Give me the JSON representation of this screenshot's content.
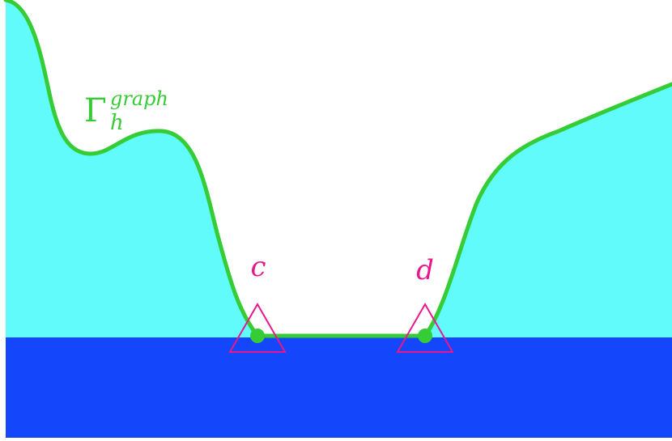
{
  "labels": {
    "gamma_symbol": "Γ",
    "gamma_subscript": "h",
    "gamma_superscript": "graph",
    "point_c": "c",
    "point_d": "d"
  },
  "colors": {
    "background": "#ffffff",
    "upper_region": "#62FBFB",
    "lower_region": "#1446FB",
    "curve": "#36CC36",
    "marker_triangle": "#E8188C",
    "marker_dot": "#36CC36",
    "gamma_label": "#36CC36",
    "point_labels": "#E8188C"
  }
}
